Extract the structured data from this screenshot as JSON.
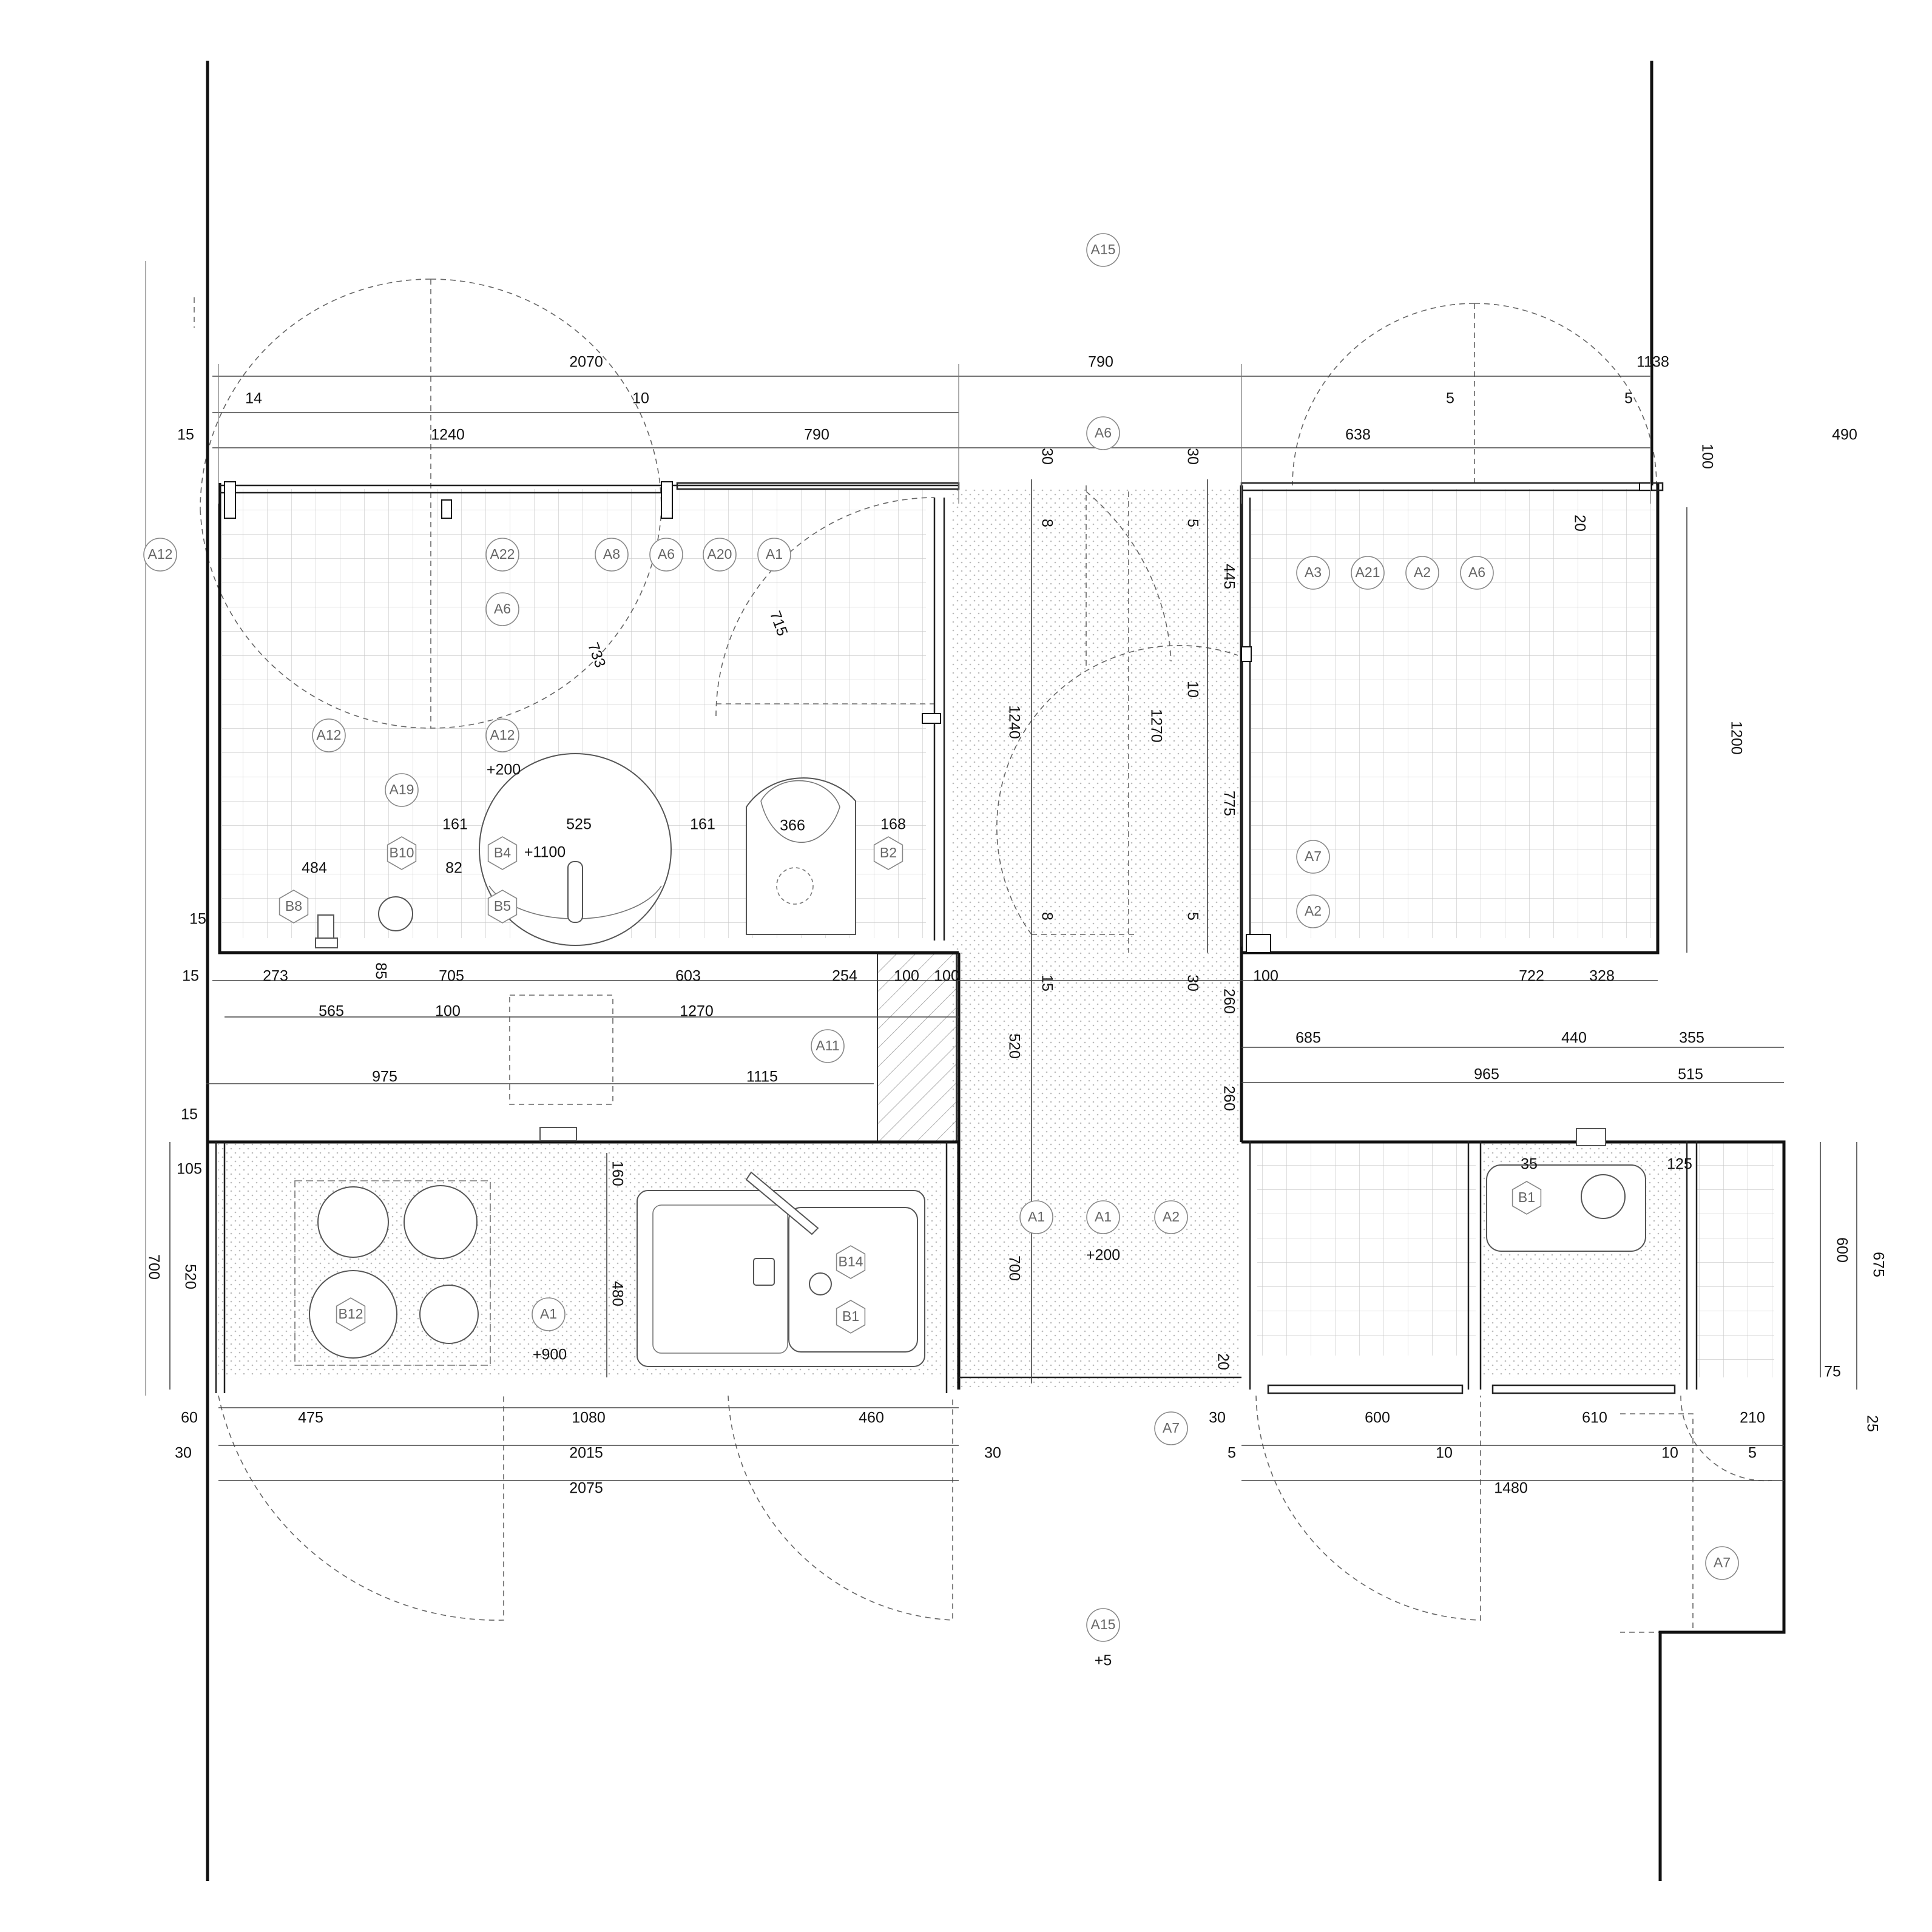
{
  "plan": {
    "dims": [
      "2070",
      "790",
      "1138",
      "14",
      "10",
      "5",
      "5",
      "15",
      "1240",
      "790",
      "638",
      "490",
      "100",
      "30",
      "30",
      "8",
      "5",
      "20",
      "445",
      "733",
      "715",
      "1240",
      "1270",
      "10",
      "775",
      "1200",
      "161",
      "525",
      "161",
      "168",
      "484",
      "82",
      "15",
      "8",
      "5",
      "15",
      "273",
      "705",
      "603",
      "254",
      "100",
      "100",
      "100",
      "722",
      "328",
      "85",
      "15",
      "30",
      "260",
      "565",
      "100",
      "1270",
      "520",
      "685",
      "440",
      "355",
      "965",
      "515",
      "975",
      "1115",
      "15",
      "260",
      "105",
      "160",
      "35",
      "125",
      "700",
      "520",
      "480",
      "700",
      "600",
      "675",
      "20",
      "75",
      "60",
      "475",
      "1080",
      "460",
      "30",
      "600",
      "610",
      "210",
      "25",
      "30",
      "2015",
      "30",
      "5",
      "10",
      "10",
      "5",
      "2075",
      "1480"
    ],
    "levels": [
      "+200",
      "+1100",
      "+900",
      "+200",
      "+5"
    ],
    "tags": [
      "A15",
      "A6",
      "A12",
      "A22",
      "A8",
      "A6",
      "A20",
      "A1",
      "A6",
      "A3",
      "A21",
      "A2",
      "A6",
      "A12",
      "A12",
      "A19",
      "A7",
      "A2",
      "A11",
      "A1",
      "A1",
      "A2",
      "A1",
      "A7",
      "A7",
      "A15"
    ],
    "equipment": [
      "366",
      "B10",
      "B4",
      "B2",
      "B8",
      "B5",
      "B1",
      "B14",
      "B1",
      "B12"
    ]
  }
}
